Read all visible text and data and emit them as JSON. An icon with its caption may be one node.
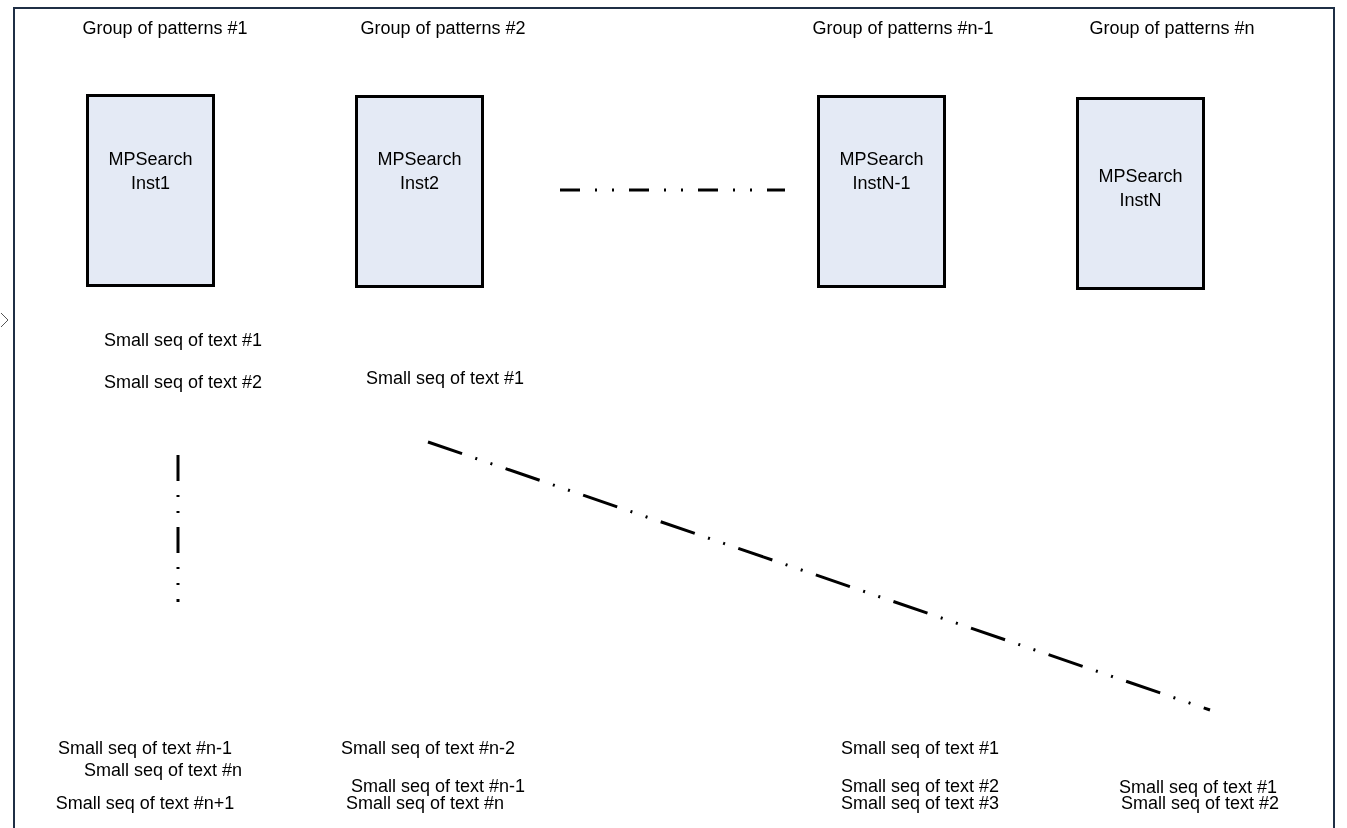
{
  "diagram": {
    "nodes": [
      {
        "text": [
          "Group of patterns #1",
          "MPSearch Inst1"
        ]
      },
      {
        "text": [
          "Group of patterns #2",
          "MPSearch Inst2"
        ]
      },
      {
        "text": [
          "Group of patterns #n-1",
          "MPSearch InstN-1"
        ]
      },
      {
        "text": [
          "Group of patterns #n",
          "MPSearch InstN"
        ]
      }
    ],
    "edges": [],
    "labels": [
      "Small seq of text #1",
      "Small seq of text #2",
      "Small seq of text #1",
      "Small seq of text #n-1",
      "Small seq of text #n-2",
      "Small seq of text #1",
      "Small seq of text #n",
      "Small seq of text #n-1",
      "Small seq of text #2",
      "Small seq of text #1",
      "Small seq of text #n+1",
      "Small seq of text #n",
      "Small seq of text #3",
      "Small seq of text #2"
    ]
  }
}
